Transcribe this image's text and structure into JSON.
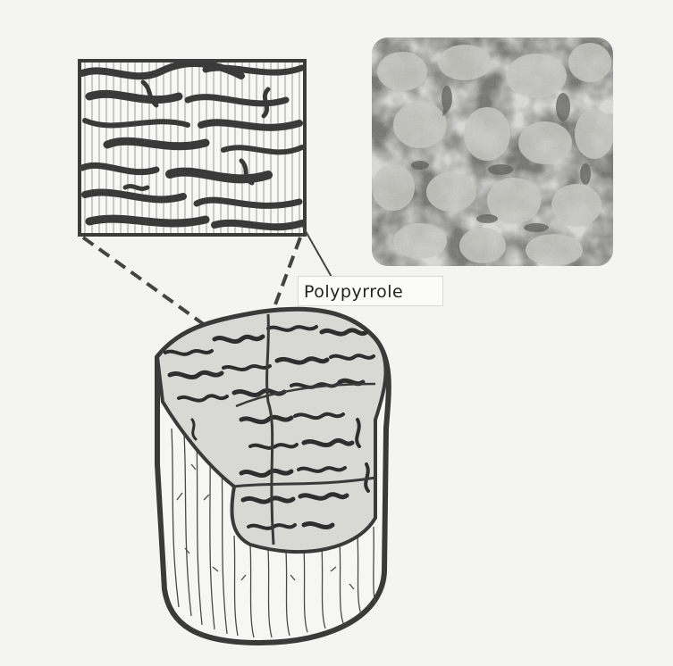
{
  "figure": {
    "label": "Polypyrrole",
    "colors": {
      "ink": "#404040",
      "paper": "#f4f4f2",
      "photo_light": "#b8b8b2",
      "photo_dark": "#5a5a56"
    },
    "parts": [
      "magnified-inset-drawing",
      "sem-micrograph",
      "coated-fiber-drawing",
      "polypyrrole-label"
    ]
  }
}
